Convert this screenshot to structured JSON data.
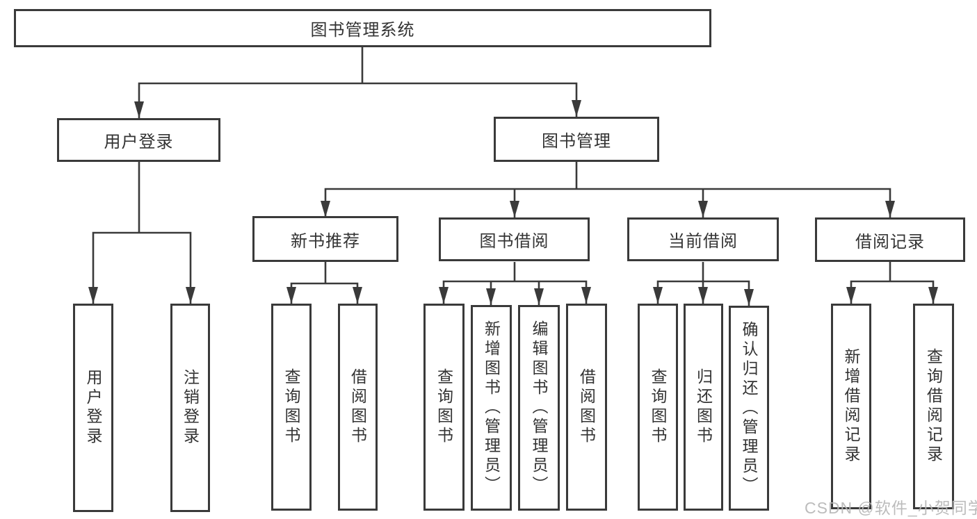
{
  "colors": {
    "line": "#3a3a3a",
    "box_border": "#3a3a3a",
    "text": "#333333",
    "watermark": "#b7b7b7",
    "background": "#ffffff"
  },
  "watermark": "CSDN @软件_小贺同学",
  "tree": {
    "root": {
      "label": "图书管理系统"
    },
    "branches": [
      {
        "label": "用户登录",
        "children": [
          {
            "label": "用户登录"
          },
          {
            "label": "注销登录"
          }
        ]
      },
      {
        "label": "图书管理",
        "children": [
          {
            "label": "新书推荐",
            "children": [
              {
                "label": "查询图书"
              },
              {
                "label": "借阅图书"
              }
            ]
          },
          {
            "label": "图书借阅",
            "children": [
              {
                "label": "查询图书"
              },
              {
                "label": "新增图书（管理员）"
              },
              {
                "label": "编辑图书（管理员）"
              },
              {
                "label": "借阅图书"
              }
            ]
          },
          {
            "label": "当前借阅",
            "children": [
              {
                "label": "查询图书"
              },
              {
                "label": "归还图书"
              },
              {
                "label": "确认归还（管理员）"
              }
            ]
          },
          {
            "label": "借阅记录",
            "children": [
              {
                "label": "新增借阅记录"
              },
              {
                "label": "查询借阅记录"
              }
            ]
          }
        ]
      }
    ]
  }
}
